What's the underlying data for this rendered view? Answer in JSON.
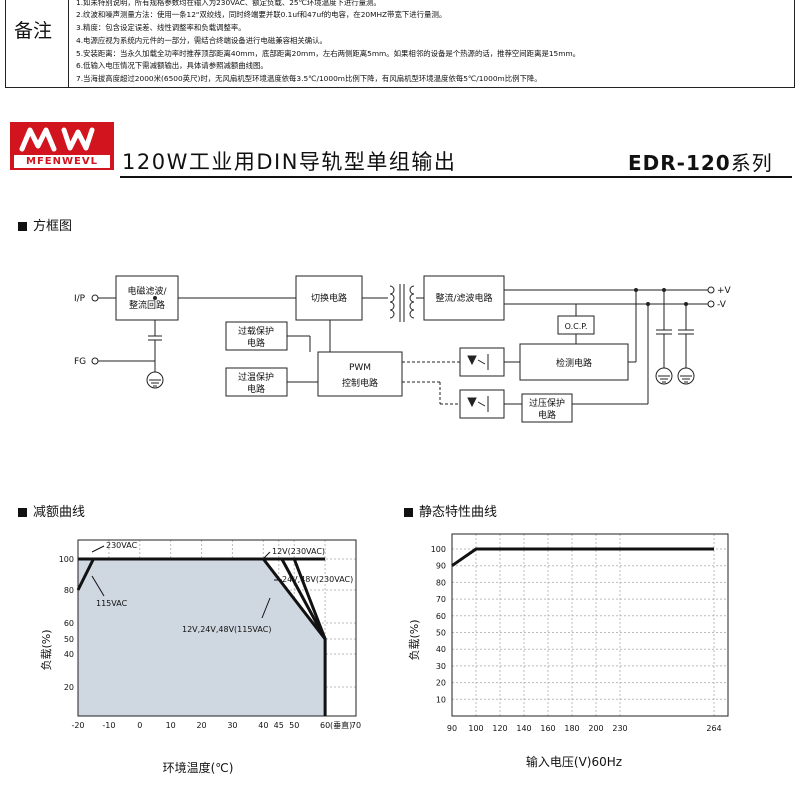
{
  "notes": {
    "label": "备注",
    "lines": [
      "1.如未特别说明，所有规格参数均在输入为230VAC、额定负载、25℃环境温度下进行量测。",
      "2.纹波和噪声测量方法：使用一条12\"双绞线，同时终端要并联0.1uf和47uf的电容，在20MHZ带宽下进行量测。",
      "3.精度：包含设定误差、线性调整率和负载调整率。",
      "4.电源应视为系统内元件的一部分，需结合终端设备进行电磁兼容相关确认。",
      "5.安装距离：当永久加载全功率时推荐顶部距离40mm，底部距离20mm，左右两侧距离5mm。如果相邻的设备是个热源的话，推荐空间距离是15mm。",
      "6.低输入电压情况下需减额输出，具体请参照减额曲线图。",
      "7.当海拔高度超过2000米(6500英尺)时，无风扇机型环境温度依每3.5℃/1000m比例下降，有风扇机型环境温度依每5℃/1000m比例下降。"
    ]
  },
  "header": {
    "logo_text": "MFENWEVL",
    "title": "120W工业用DIN导轨型单组输出",
    "model": "EDR-120",
    "series": "系列"
  },
  "block_diagram": {
    "section_title": "方框图",
    "labels": {
      "ip": "I/P",
      "fg": "FG",
      "emi_1": "电磁滤波/",
      "emi_2": "整流回路",
      "switch": "切换电路",
      "rect": "整流/滤波电路",
      "ocp": "O.C.P.",
      "detect": "检测电路",
      "olp_1": "过载保护",
      "olp_2": "电路",
      "otp_1": "过温保护",
      "otp_2": "电路",
      "pwm_1": "PWM",
      "pwm_2": "控制电路",
      "ovp_1": "过压保护",
      "ovp_2": "电路",
      "vplus": "+V",
      "vminus": "-V"
    }
  },
  "derating": {
    "section_title": "减额曲线",
    "ylabel": "负载(%)",
    "xlabel": "环境温度(℃)",
    "x_unit": "(垂直)",
    "x_ticks": [
      "-20",
      "-10",
      "0",
      "10",
      "20",
      "30",
      "40",
      "45",
      "50",
      "60",
      "70"
    ],
    "y_ticks": [
      "20",
      "40",
      "50",
      "60",
      "80",
      "100"
    ],
    "annotations": {
      "a230": "230VAC",
      "a115": "115VAC",
      "a12_230": "12V(230VAC)",
      "a24_230": "24V,48V(230VAC)",
      "a115all": "12V,24V,48V(115VAC)"
    }
  },
  "static": {
    "section_title": "静态特性曲线",
    "ylabel": "负载(%)",
    "xlabel": "输入电压(V)60Hz",
    "x_ticks": [
      "90",
      "100",
      "120",
      "140",
      "160",
      "180",
      "200",
      "230",
      "264"
    ],
    "y_ticks": [
      "10",
      "20",
      "30",
      "40",
      "50",
      "60",
      "70",
      "80",
      "90",
      "100"
    ]
  },
  "chart_data": [
    {
      "type": "area",
      "title": "减额曲线",
      "xlabel": "环境温度(℃)",
      "ylabel": "负载(%)",
      "xlim": [
        -20,
        70
      ],
      "series": [
        {
          "name": "230VAC",
          "x": [
            -20,
            -15,
            40,
            60,
            60
          ],
          "y": [
            100,
            100,
            100,
            50,
            0
          ]
        },
        {
          "name": "115VAC",
          "x": [
            -20,
            -15,
            60
          ],
          "y": [
            80,
            100,
            100
          ]
        },
        {
          "name": "12V(230VAC)",
          "x": [
            46,
            60
          ],
          "y": [
            100,
            50
          ]
        },
        {
          "name": "24V,48V(230VAC)",
          "x": [
            50,
            60
          ],
          "y": [
            100,
            50
          ]
        },
        {
          "name": "12V,24V,48V(115VAC)",
          "x": [
            60
          ],
          "y": [
            50
          ]
        }
      ]
    },
    {
      "type": "line",
      "title": "静态特性曲线",
      "xlabel": "输入电压(V)60Hz",
      "ylabel": "负载(%)",
      "ylim": [
        0,
        100
      ],
      "series": [
        {
          "name": "",
          "x": [
            90,
            100,
            264
          ],
          "y": [
            90,
            100,
            100
          ]
        }
      ]
    }
  ]
}
